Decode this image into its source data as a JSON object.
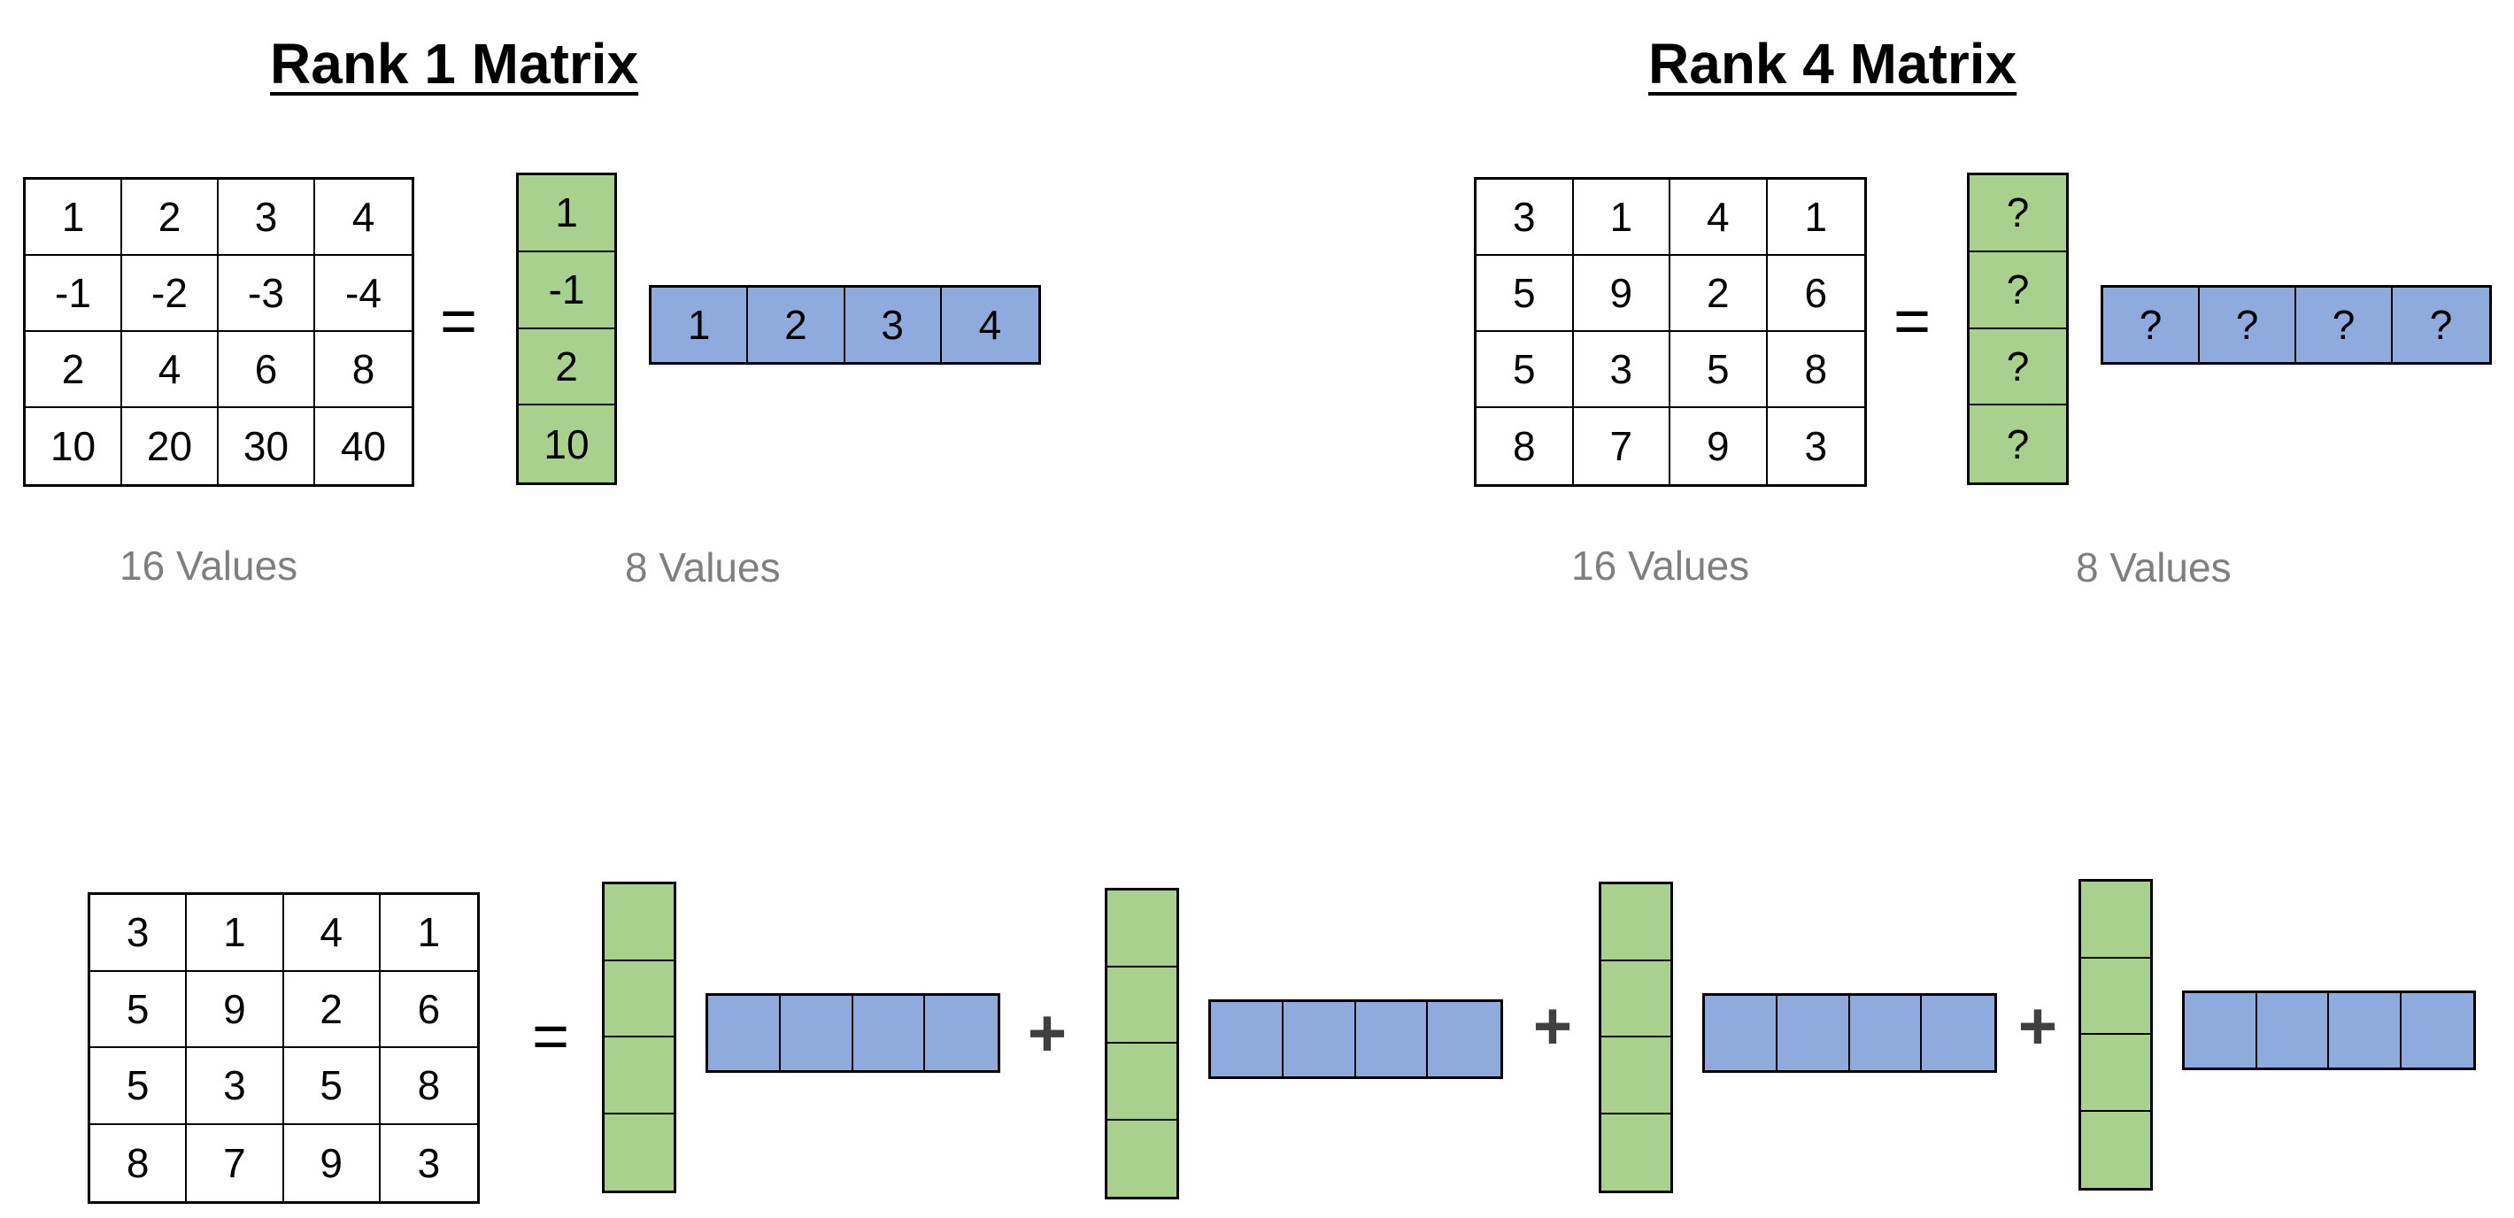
{
  "rank1": {
    "title": "Rank 1 Matrix",
    "matrix": [
      [
        "1",
        "2",
        "3",
        "4"
      ],
      [
        "-1",
        "-2",
        "-3",
        "-4"
      ],
      [
        "2",
        "4",
        "6",
        "8"
      ],
      [
        "10",
        "20",
        "30",
        "40"
      ]
    ],
    "column": [
      "1",
      "-1",
      "2",
      "10"
    ],
    "row": [
      "1",
      "2",
      "3",
      "4"
    ],
    "equals": "=",
    "caption_left": "16 Values",
    "caption_right": "8 Values"
  },
  "rank4": {
    "title": "Rank 4 Matrix",
    "matrix": [
      [
        "3",
        "1",
        "4",
        "1"
      ],
      [
        "5",
        "9",
        "2",
        "6"
      ],
      [
        "5",
        "3",
        "5",
        "8"
      ],
      [
        "8",
        "7",
        "9",
        "3"
      ]
    ],
    "column": [
      "?",
      "?",
      "?",
      "?"
    ],
    "row": [
      "?",
      "?",
      "?",
      "?"
    ],
    "equals": "=",
    "caption_left": "16 Values",
    "caption_right": "8 Values"
  },
  "decomposition": {
    "matrix": [
      [
        "3",
        "1",
        "4",
        "1"
      ],
      [
        "5",
        "9",
        "2",
        "6"
      ],
      [
        "5",
        "3",
        "5",
        "8"
      ],
      [
        "8",
        "7",
        "9",
        "3"
      ]
    ],
    "equals": "=",
    "plus": "+",
    "terms": 4
  },
  "colors": {
    "column_vector": "#a9d18e",
    "row_vector": "#8faadc",
    "caption": "#7f7f7f",
    "plus_sign": "#404040"
  }
}
